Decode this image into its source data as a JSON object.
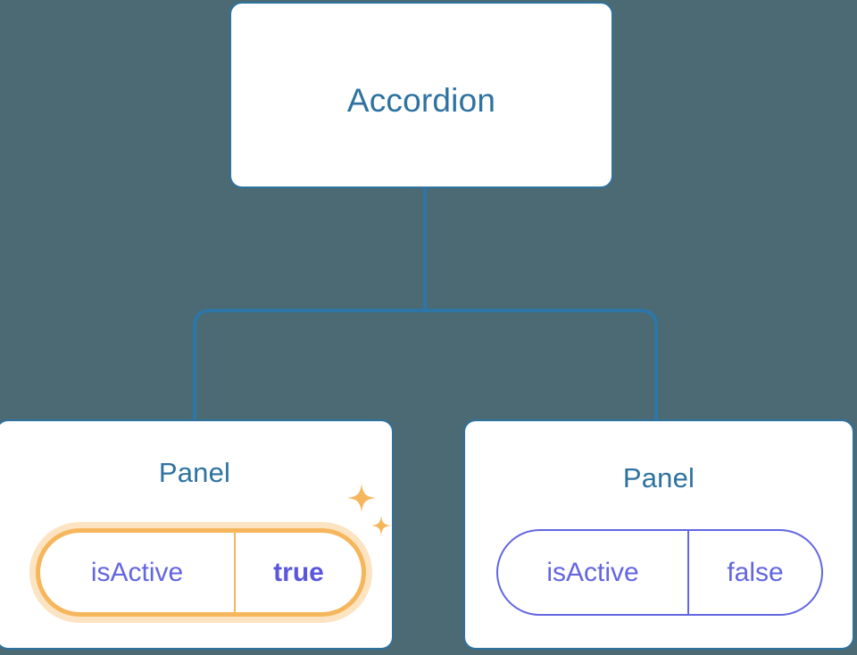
{
  "canvas": {
    "background_color": "#4b6a73",
    "node_border_color": "#2e72a0",
    "node_title_color": "#2e72a0",
    "connector_color": "#2e76a8",
    "prop_text_color": "#6366e0",
    "highlight_color": "#f6b65c",
    "highlight_glow_color": "#fadcae",
    "sparkle_color": "#f6b65c"
  },
  "tree": {
    "root": {
      "title": "Accordion"
    },
    "children": [
      {
        "title": "Panel",
        "prop": {
          "key": "isActive",
          "value": "true"
        },
        "highlighted": true,
        "sparkle_icons": [
          "sparkle-large-icon",
          "sparkle-small-icon"
        ]
      },
      {
        "title": "Panel",
        "prop": {
          "key": "isActive",
          "value": "false"
        },
        "highlighted": false
      }
    ]
  }
}
